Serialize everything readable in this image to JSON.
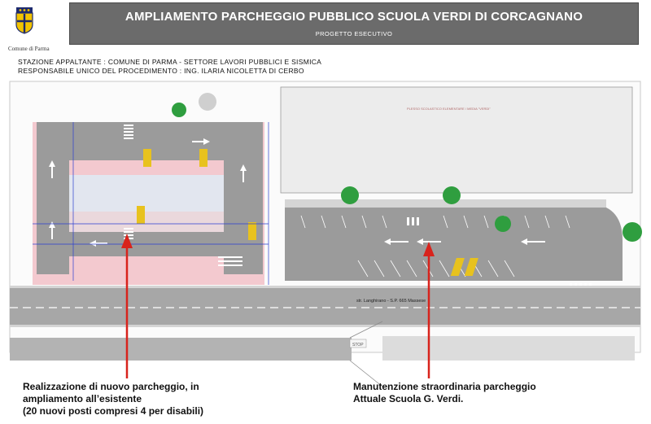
{
  "header": {
    "logo_label": "Comune di Parma",
    "title": "AMPLIAMENTO PARCHEGGIO PUBBLICO SCUOLA VERDI DI CORCAGNANO",
    "subtitle": "PROGETTO ESECUTIVO",
    "contracting_station": "STAZIONE APPALTANTE : COMUNE DI PARMA - SETTORE LAVORI PUBBLICI  E SISMICA",
    "procedure_manager": "RESPONSABILE UNICO DEL PROCEDIMENTO : ING. ILARIA NICOLETTA DI CERBO"
  },
  "plan": {
    "road_label": "str. Langhirano - S.P. 665 Massese",
    "building_label": "PLESSO SCOLASTICO ELEMENTARE / MEDIA \"VERDI\"",
    "stop_label": "STOP",
    "colors": {
      "asphalt": "#9b9b9b",
      "sidewalk": "#d8d8d8",
      "new_area_tint": "#f3c9cf",
      "tree": "#2f9e3f",
      "arrow": "#d8231c",
      "annotation_blue": "#2b3fd1",
      "building": "#e6e6e6"
    }
  },
  "captions": {
    "left": [
      "Realizzazione di nuovo parcheggio, in",
      "ampliamento all’esistente",
      "(20 nuovi posti compresi 4 per disabili)"
    ],
    "right": [
      "Manutenzione straordinaria parcheggio",
      "Attuale Scuola G. Verdi."
    ]
  }
}
